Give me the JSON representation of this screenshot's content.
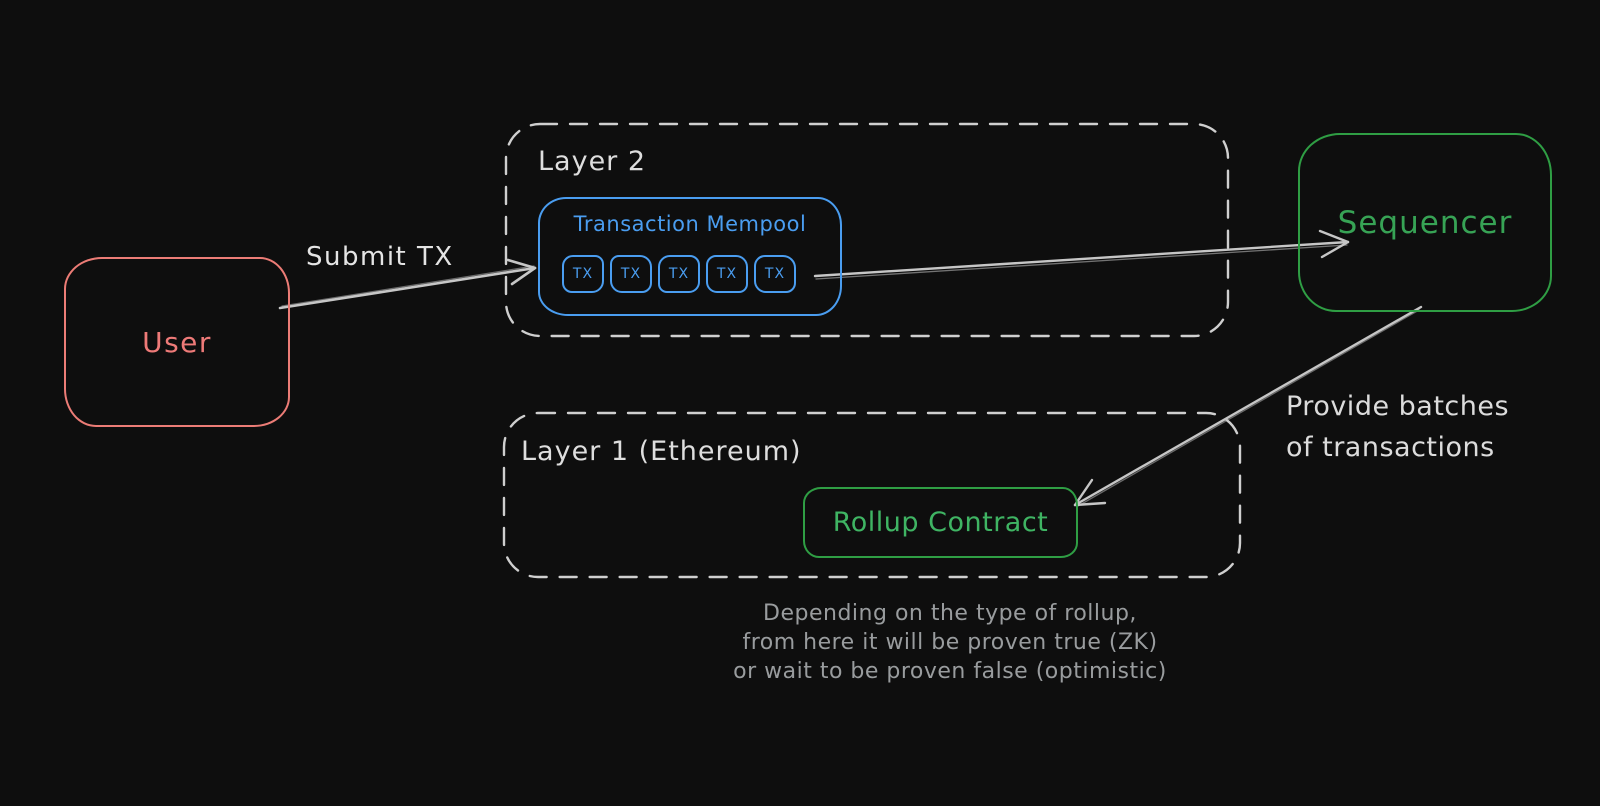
{
  "diagram": {
    "title_hint": "L2 rollup transaction flow sketch",
    "colors": {
      "background": "#0e0e0e",
      "red": "#ec7c76",
      "blue": "#4a9df0",
      "green_stroke": "#2f9e44",
      "green_text_sequencer": "#37a355",
      "green_text_rollup": "#3fb463",
      "dashed_stroke": "#cfcfcf",
      "label_light": "#dedede",
      "arrow": "#c6c6c6",
      "caption_gray": "#999c9e"
    },
    "nodes": {
      "user": {
        "label": "User"
      },
      "layer2": {
        "label": "Layer 2"
      },
      "mempool": {
        "label": "Transaction Mempool",
        "tx_items": [
          "TX",
          "TX",
          "TX",
          "TX",
          "TX"
        ]
      },
      "sequencer": {
        "label": "Sequencer"
      },
      "layer1": {
        "label": "Layer 1 (Ethereum)"
      },
      "rollup": {
        "label": "Rollup Contract"
      }
    },
    "edges": {
      "submit_tx": {
        "label": "Submit TX"
      },
      "provide_batches": {
        "label_line1": "Provide batches",
        "label_line2": "of transactions"
      }
    },
    "caption": {
      "line1": "Depending on the type of rollup,",
      "line2": "from here it will be proven true (ZK)",
      "line3": "or wait to be proven false (optimistic)"
    }
  }
}
